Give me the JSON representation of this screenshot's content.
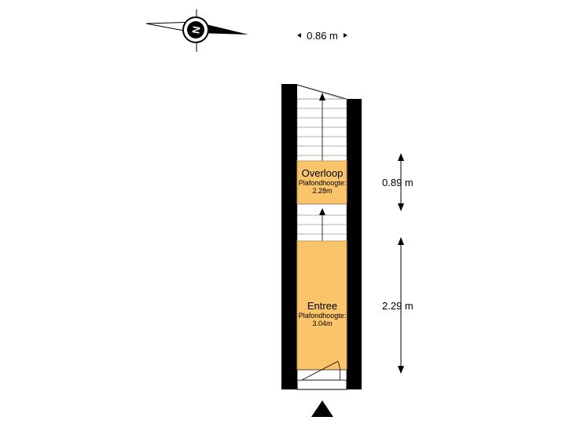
{
  "compass": {
    "label": "N",
    "icon": "compass-icon"
  },
  "dimensions": {
    "width_top": "0.86 m",
    "landing_height": "0.89 m",
    "entrance_height": "2.29 m"
  },
  "rooms": [
    {
      "name": "Overloop",
      "ceiling_label": "Plafondhoogte:",
      "ceiling_value": "2.28m"
    },
    {
      "name": "Entree",
      "ceiling_label": "Plafondhoogte:",
      "ceiling_value": "3.04m"
    }
  ],
  "colors": {
    "room_fill": "#f9c46a",
    "room_stroke": "#c89a4d",
    "wall": "#000000",
    "stair_line": "#666666"
  },
  "entrance_marker": "entrance-arrow-icon"
}
